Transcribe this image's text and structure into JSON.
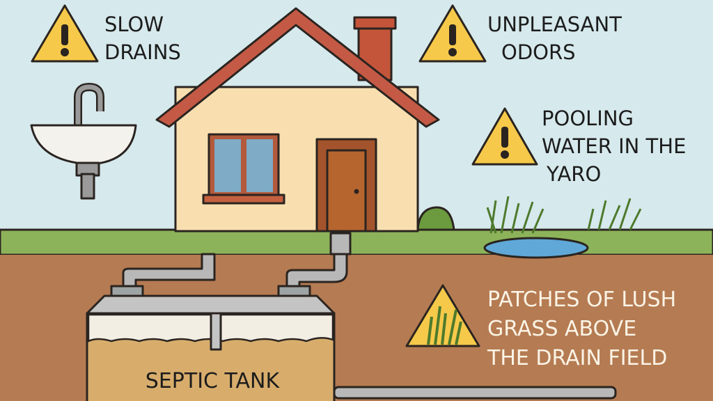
{
  "warnings": [
    {
      "icon": "warning-exclamation-icon",
      "lines": [
        "SLOW",
        "DRAINS"
      ]
    },
    {
      "icon": "warning-exclamation-icon",
      "lines": [
        "UNPLEASANT",
        "ODORS"
      ]
    },
    {
      "icon": "warning-exclamation-icon",
      "lines": [
        "POOLING",
        "WATER IN THE",
        "YARO"
      ]
    },
    {
      "icon": "warning-grass-icon",
      "lines": [
        "PATCHES OF LUSH",
        "GRASS ABOVE",
        "THE DRAIN FIELD"
      ]
    }
  ],
  "tank_label": "SEPTIC TANK",
  "colors": {
    "sky": "#d6e9ec",
    "grass": "#8db35a",
    "soil": "#b57b52",
    "warning": "#f6c94a",
    "roof": "#c45a45"
  }
}
